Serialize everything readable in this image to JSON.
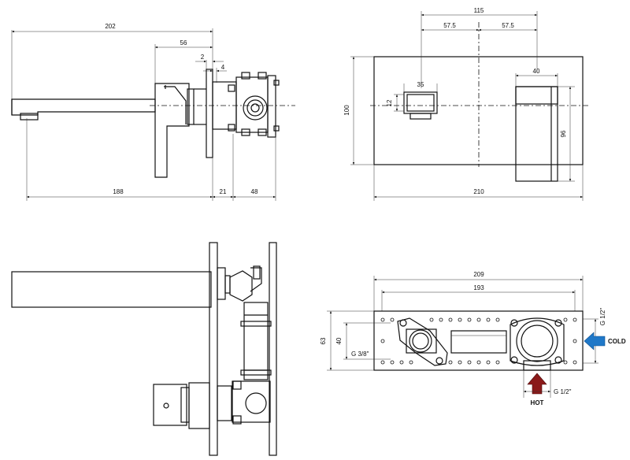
{
  "dimensions": {
    "side_total": "202",
    "side_spout_body": "56",
    "side_gap": "2",
    "side_plate": "4",
    "side_spout": "188",
    "side_wall": "21",
    "side_box": "48",
    "front_spacing": "115",
    "front_half_left": "57.5",
    "front_half_right": "57.5",
    "front_spout_width": "35",
    "front_spout_height": "12",
    "front_handle_width": "40",
    "front_plate_height": "100",
    "front_handle_height": "96",
    "front_plate_width": "210",
    "box_total": "209",
    "box_holes": "193",
    "box_height": "63",
    "box_inner": "40"
  },
  "labels": {
    "g_half_right": "G 1/2\"",
    "g_three_eighths": "G 3/8\"",
    "g_half_bottom": "G 1/2\"",
    "cold": "COLD",
    "hot": "HOT"
  },
  "colors": {
    "cold_arrow": "#1f78c8",
    "hot_arrow": "#8b1a1a",
    "line": "#111111"
  }
}
